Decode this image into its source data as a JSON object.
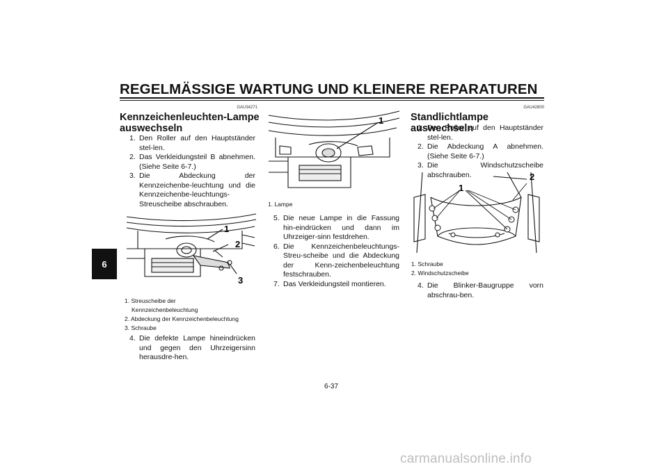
{
  "header": {
    "title": "REGELMÄSSIGE WARTUNG UND KLEINERE REPARATUREN"
  },
  "chapter_tab": "6",
  "section1": {
    "code": "GAU34271",
    "title_line1": "Kennzeichenleuchten-Lampe",
    "title_line2": "auswechseln",
    "steps": [
      {
        "num": "1.",
        "text": "Den Roller auf den Hauptständer stel-len."
      },
      {
        "num": "2.",
        "text": "Das Verkleidungsteil B abnehmen. (Siehe Seite 6-7.)"
      },
      {
        "num": "3.",
        "text": "Die Abdeckung der Kennzeichenbe-leuchtung und die Kennzeichenbe-leuchtungs-Streuscheibe abschrauben."
      }
    ],
    "figure_labels": [
      "1",
      "2",
      "3"
    ],
    "captions": [
      "1. Streuscheibe der",
      "Kennzeichenbeleuchtung",
      "2. Abdeckung der Kennzeichenbeleuchtung",
      "3. Schraube"
    ],
    "step4": {
      "num": "4.",
      "text": "Die defekte Lampe hineindrücken und gegen den Uhrzeigersinn herausdre-hen."
    }
  },
  "section_middle": {
    "figure_labels": [
      "1"
    ],
    "captions": [
      "1. Lampe"
    ],
    "steps": [
      {
        "num": "5.",
        "text": "Die neue Lampe in die Fassung hin-eindrücken und dann im Uhrzeiger-sinn festdrehen."
      },
      {
        "num": "6.",
        "text": "Die Kennzeichenbeleuchtungs-Streu-scheibe und die Abdeckung der Kenn-zeichenbeleuchtung festschrauben."
      },
      {
        "num": "7.",
        "text": "Das Verkleidungsteil montieren."
      }
    ]
  },
  "section2": {
    "code": "GAU42800",
    "title": "Standlichtlampe auswechseln",
    "steps": [
      {
        "num": "1.",
        "text": "Den Roller auf den Hauptständer stel-len."
      },
      {
        "num": "2.",
        "text": "Die Abdeckung A abnehmen. (Siehe Seite 6-7.)"
      },
      {
        "num": "3.",
        "text": "Die Windschutzscheibe abschrauben."
      }
    ],
    "figure_labels": [
      "1",
      "2"
    ],
    "captions": [
      "1. Schraube",
      "2. Windschutzscheibe"
    ],
    "step4": {
      "num": "4.",
      "text": "Die Blinker-Baugruppe vorn abschrau-ben."
    }
  },
  "page_number": "6-37",
  "watermark": "carmanualsonline.info"
}
